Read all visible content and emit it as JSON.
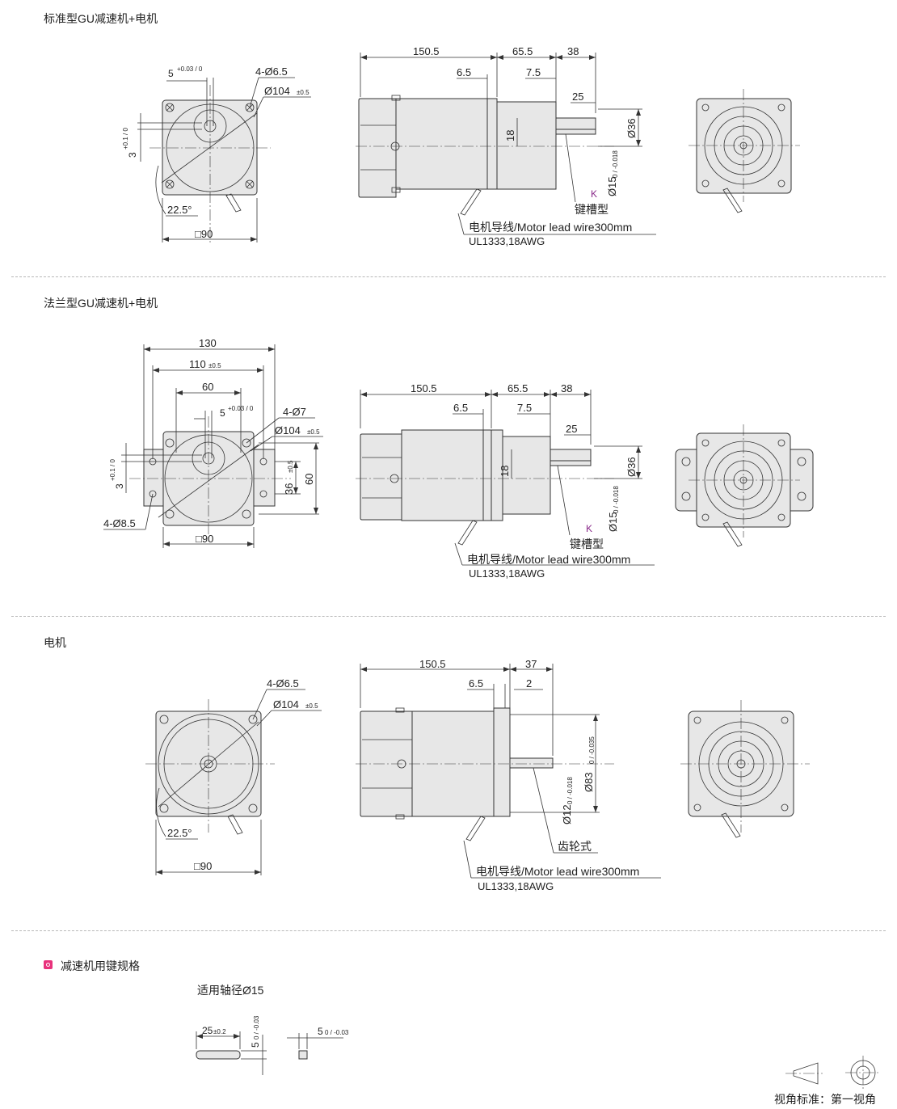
{
  "sections": {
    "s1": "标准型GU减速机+电机",
    "s2": "法兰型GU减速机+电机",
    "s3": "电机",
    "s4": "减速机用键规格"
  },
  "key_spec": {
    "shaft": "适用轴径Ø15",
    "len": "25",
    "len_tol": "±0.2",
    "h": "5",
    "h_tol": "0 / -0.03",
    "w": "5",
    "w_tol": "0 / -0.03"
  },
  "common": {
    "lead": "电机导线/Motor lead wire300mm",
    "ul": "UL1333,18AWG",
    "keyway": "键槽型",
    "k": "K",
    "gear": "齿轮式",
    "angle": "22.5°",
    "square": "□90",
    "pcd": "Ø104",
    "pcd_tol": "±0.5",
    "holes65": "4-Ø6.5",
    "holes7": "4-Ø7",
    "holes85": "4-Ø8.5"
  },
  "dims": {
    "l1": "150.5",
    "l2": "65.5",
    "l3": "38",
    "l4": "6.5",
    "l5": "7.5",
    "l6": "25",
    "d36": "Ø36",
    "d15": "Ø15",
    "d15_tol": "0 / -0.018",
    "k18": "18",
    "key5": "5",
    "key5_tol": "+0.03 / 0",
    "key3": "3",
    "key3_tol": "+0.1 / 0",
    "f130": "130",
    "f110": "110",
    "f110_tol": "±0.5",
    "f60": "60",
    "f36": "36",
    "f36_tol": "±0.5",
    "f60v": "60",
    "m37": "37",
    "m2": "2",
    "d12": "Ø12",
    "d12_tol": "0 / -0.018",
    "d83": "Ø83",
    "d83_tol": "0 / -0.035"
  },
  "view": {
    "label": "视角标准：第一视角"
  }
}
